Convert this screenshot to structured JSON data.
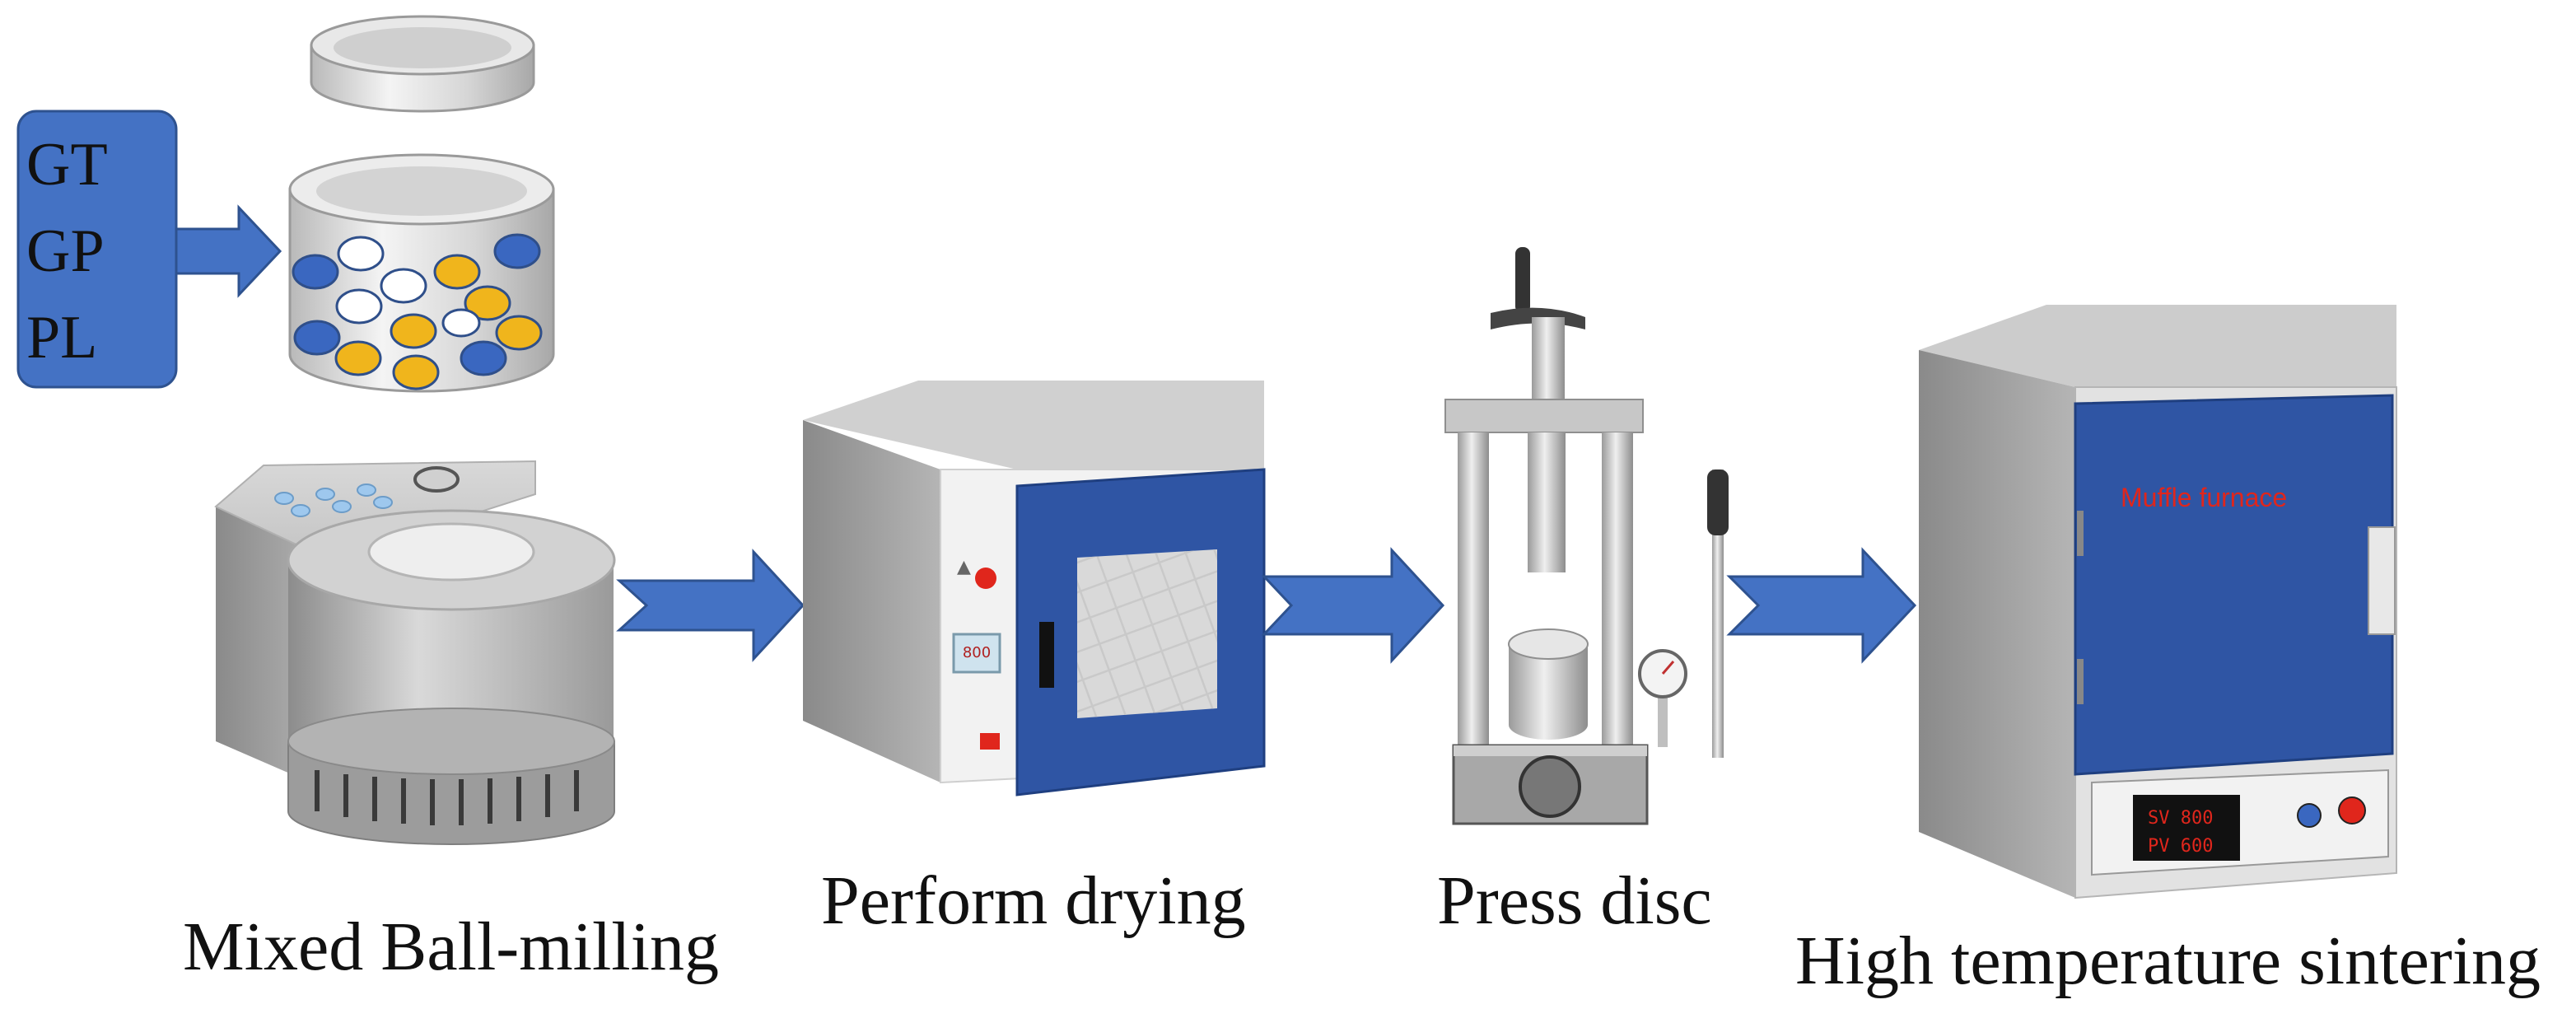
{
  "materials": [
    "GT",
    "GP",
    "PL"
  ],
  "steps": [
    {
      "label": "Mixed Ball-milling"
    },
    {
      "label": "Perform drying"
    },
    {
      "label": "Press disc"
    },
    {
      "label": "High temperature sintering"
    }
  ],
  "oven_display": "800",
  "furnace": {
    "name": "Muffle furnace",
    "sv": "SV  800",
    "pv": "PV  600"
  },
  "colors": {
    "arrow": "#4472c4",
    "materials_box": "#4472c4",
    "door_blue": "#2f55a4",
    "ball_blue": "#3a67c0",
    "ball_yellow": "#f0b51c",
    "display_red": "#e0261c"
  }
}
